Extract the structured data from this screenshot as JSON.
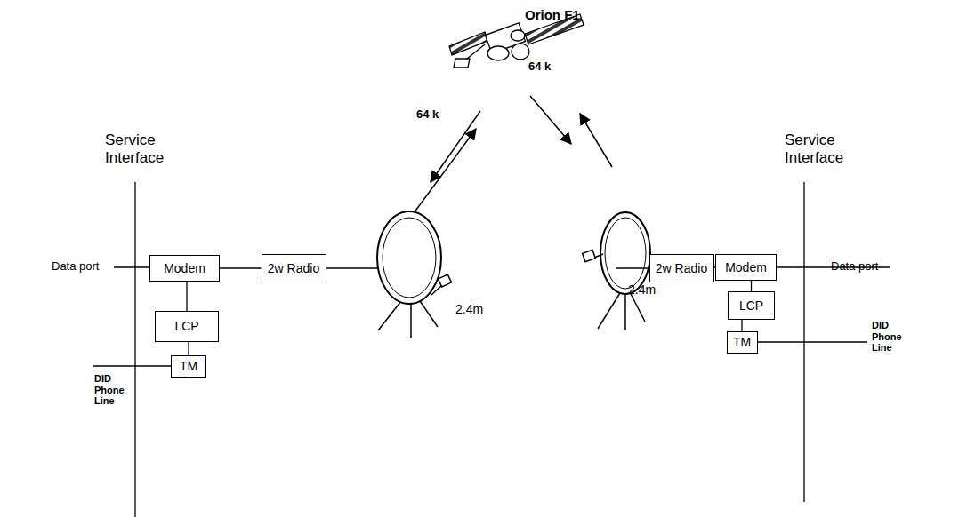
{
  "diagram": {
    "nodes": [
      {
        "text": [
          "Modem"
        ]
      },
      {
        "text": [
          "2w Radio"
        ]
      },
      {
        "text": [
          "LCP"
        ]
      },
      {
        "text": [
          "TM"
        ]
      },
      {
        "text": [
          "2w Radio"
        ]
      },
      {
        "text": [
          "Modem"
        ]
      },
      {
        "text": [
          "LCP"
        ]
      },
      {
        "text": [
          "TM"
        ]
      }
    ],
    "edges": [
      {
        "from": 0,
        "to": 1,
        "arrow": "none"
      },
      {
        "from": 0,
        "to": 2,
        "arrow": "none"
      },
      {
        "from": 2,
        "to": 3,
        "arrow": "none"
      },
      {
        "from": 4,
        "to": 5,
        "arrow": "none"
      },
      {
        "from": 5,
        "to": 6,
        "arrow": "none"
      },
      {
        "from": 6,
        "to": 7,
        "arrow": "none"
      }
    ],
    "labels": [
      "Orion F1",
      "64 k",
      "64 k",
      "Service Interface",
      "Data port",
      "DID Phone Line",
      "2.4m",
      "Service Interface",
      "Data port",
      "DID Phone Line",
      "2.4m"
    ]
  }
}
